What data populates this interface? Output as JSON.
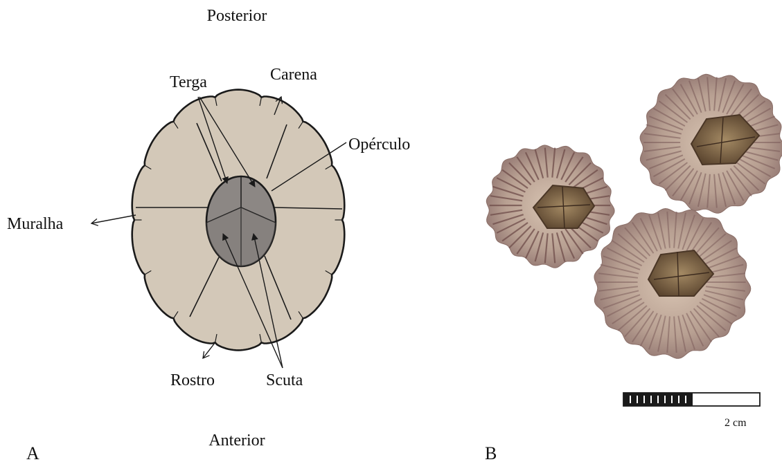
{
  "panel_a": {
    "letter": "A",
    "orientation": {
      "top": "Posterior",
      "bottom": "Anterior"
    },
    "labels": {
      "terga": "Terga",
      "carena": "Carena",
      "operculo": "Opérculo",
      "muralha": "Muralha",
      "rostro": "Rostro",
      "scuta": "Scuta"
    },
    "colors": {
      "wall_plates": "#d3c8b8",
      "operculum": "#8c8784",
      "outline": "#1a1a1a"
    }
  },
  "panel_b": {
    "letter": "B",
    "scale_bar": {
      "label": "2 cm"
    },
    "colors": {
      "shell": "#b39a8c",
      "shell_rays": "#6f4d4a",
      "operculum": "#8a6d4a"
    }
  }
}
